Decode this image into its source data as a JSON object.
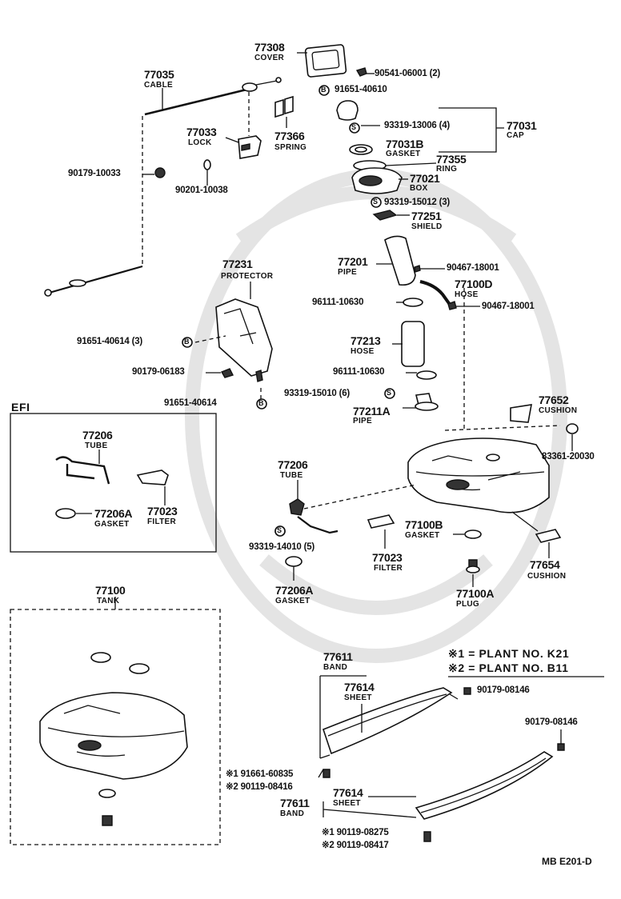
{
  "labels": [
    {
      "id": "p77308",
      "text": "77308"
    },
    {
      "id": "n77308",
      "text": "COVER"
    },
    {
      "id": "p90541",
      "text": "90541-06001 (2)"
    },
    {
      "id": "p91651a",
      "text": "91651-40610"
    },
    {
      "id": "p77035",
      "text": "77035"
    },
    {
      "id": "n77035",
      "text": "CABLE"
    },
    {
      "id": "p77033",
      "text": "77033"
    },
    {
      "id": "n77033",
      "text": "LOCK"
    },
    {
      "id": "p77366",
      "text": "77366"
    },
    {
      "id": "n77366",
      "text": "SPRING"
    },
    {
      "id": "p93319a",
      "text": "93319-13006 (4)"
    },
    {
      "id": "p77031",
      "text": "77031"
    },
    {
      "id": "n77031",
      "text": "CAP"
    },
    {
      "id": "p77031b",
      "text": "77031B"
    },
    {
      "id": "n77031b",
      "text": "GASKET"
    },
    {
      "id": "p77355",
      "text": "77355"
    },
    {
      "id": "n77355",
      "text": "RING"
    },
    {
      "id": "p77021",
      "text": "77021"
    },
    {
      "id": "n77021",
      "text": "BOX"
    },
    {
      "id": "p90179a",
      "text": "90179-10033"
    },
    {
      "id": "p90201",
      "text": "90201-10038"
    },
    {
      "id": "p93319b",
      "text": "93319-15012 (3)"
    },
    {
      "id": "p77251",
      "text": "77251"
    },
    {
      "id": "n77251",
      "text": "SHIELD"
    },
    {
      "id": "p77231",
      "text": "77231"
    },
    {
      "id": "n77231",
      "text": "PROTECTOR"
    },
    {
      "id": "p77201",
      "text": "77201"
    },
    {
      "id": "n77201",
      "text": "PIPE"
    },
    {
      "id": "p90467a",
      "text": "90467-18001"
    },
    {
      "id": "p77100d",
      "text": "77100D"
    },
    {
      "id": "n77100d",
      "text": "HOSE"
    },
    {
      "id": "p96111a",
      "text": "96111-10630"
    },
    {
      "id": "p90467b",
      "text": "90467-18001"
    },
    {
      "id": "p91651b",
      "text": "91651-40614 (3)"
    },
    {
      "id": "p77213",
      "text": "77213"
    },
    {
      "id": "n77213",
      "text": "HOSE"
    },
    {
      "id": "p90179b",
      "text": "90179-06183"
    },
    {
      "id": "p96111b",
      "text": "96111-10630"
    },
    {
      "id": "p93319c",
      "text": "93319-15010 (6)"
    },
    {
      "id": "p91651c",
      "text": "91651-40614"
    },
    {
      "id": "pefi",
      "text": "EFI"
    },
    {
      "id": "p77211a",
      "text": "77211A"
    },
    {
      "id": "n77211a",
      "text": "PIPE"
    },
    {
      "id": "p77652",
      "text": "77652"
    },
    {
      "id": "n77652",
      "text": "CUSHION"
    },
    {
      "id": "p77206e",
      "text": "77206"
    },
    {
      "id": "n77206e",
      "text": "TUBE"
    },
    {
      "id": "p83361",
      "text": "83361-20030"
    },
    {
      "id": "p77206",
      "text": "77206"
    },
    {
      "id": "n77206",
      "text": "TUBE"
    },
    {
      "id": "p77206ae",
      "text": "77206A"
    },
    {
      "id": "n77206ae",
      "text": "GASKET"
    },
    {
      "id": "p77023e",
      "text": "77023"
    },
    {
      "id": "n77023e",
      "text": "FILTER"
    },
    {
      "id": "p77100b",
      "text": "77100B"
    },
    {
      "id": "n77100b",
      "text": "GASKET"
    },
    {
      "id": "p93319d",
      "text": "93319-14010 (5)"
    },
    {
      "id": "p77023",
      "text": "77023"
    },
    {
      "id": "n77023",
      "text": "FILTER"
    },
    {
      "id": "p77654",
      "text": "77654"
    },
    {
      "id": "n77654",
      "text": "CUSHION"
    },
    {
      "id": "p77206a",
      "text": "77206A"
    },
    {
      "id": "n77206a",
      "text": "GASKET"
    },
    {
      "id": "p77100a",
      "text": "77100A"
    },
    {
      "id": "n77100a",
      "text": "PLUG"
    },
    {
      "id": "p77100",
      "text": "77100"
    },
    {
      "id": "n77100",
      "text": "TANK"
    },
    {
      "id": "plant1",
      "text": "※1 =  PLANT  NO. K21"
    },
    {
      "id": "plant2",
      "text": "※2 =  PLANT  NO. B11"
    },
    {
      "id": "p77611a",
      "text": "77611"
    },
    {
      "id": "n77611a",
      "text": "BAND"
    },
    {
      "id": "p77614a",
      "text": "77614"
    },
    {
      "id": "n77614a",
      "text": "SHEET"
    },
    {
      "id": "p90179c",
      "text": "90179-08146"
    },
    {
      "id": "p90179d",
      "text": "90179-08146"
    },
    {
      "id": "p91661",
      "text": "※1 91661-60835"
    },
    {
      "id": "p90119a",
      "text": "※2 90119-08416"
    },
    {
      "id": "p77614b",
      "text": "77614"
    },
    {
      "id": "n77614b",
      "text": "SHEET"
    },
    {
      "id": "p77611b",
      "text": "77611"
    },
    {
      "id": "n77611b",
      "text": "BAND"
    },
    {
      "id": "p90119b",
      "text": "※1 90119-08275"
    },
    {
      "id": "p90119c",
      "text": "※2 90119-08417"
    },
    {
      "id": "code",
      "text": "MB  E201-D"
    }
  ],
  "symbols": {
    "b": "B",
    "s": "S"
  }
}
